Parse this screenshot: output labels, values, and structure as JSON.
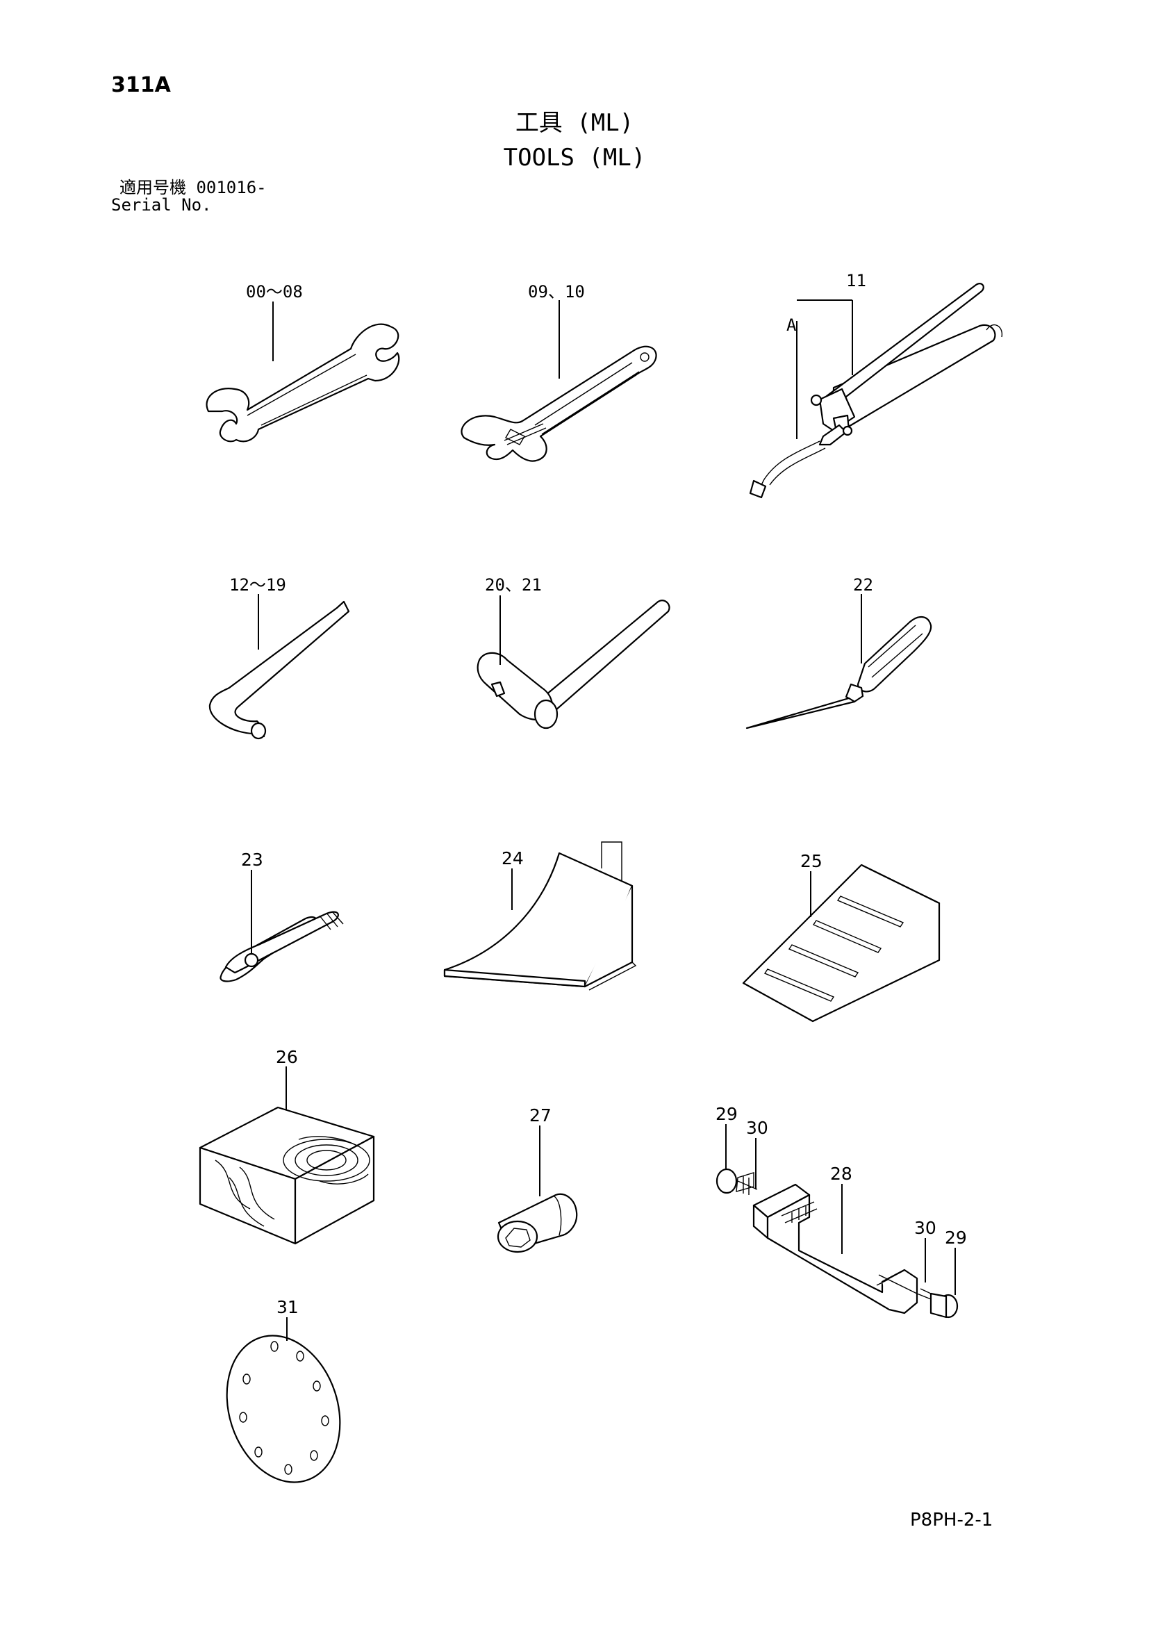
{
  "header": {
    "page_code": "311A",
    "title_jp": "工具 (ML)",
    "title_en": "TOOLS (ML)",
    "serial_jp": "適用号機  001016-",
    "serial_en": "Serial No."
  },
  "callouts": {
    "wrench": "00～08",
    "adjustable_wrench": "09、10",
    "grease_gun": "11",
    "grease_gun_sub": "A",
    "hex_key": "12～19",
    "hammer": "20、21",
    "screwdriver": "22",
    "pliers": "23",
    "wheel_chock": "24",
    "ramp": "25",
    "wood_block": "26",
    "socket": "27",
    "puller_frame": "28",
    "puller_bolt_left": "29",
    "puller_nut_left": "30",
    "puller_nut_right": "30",
    "puller_bolt_right": "29",
    "plate": "31"
  },
  "footer": {
    "code": "P8PH-2-1"
  }
}
